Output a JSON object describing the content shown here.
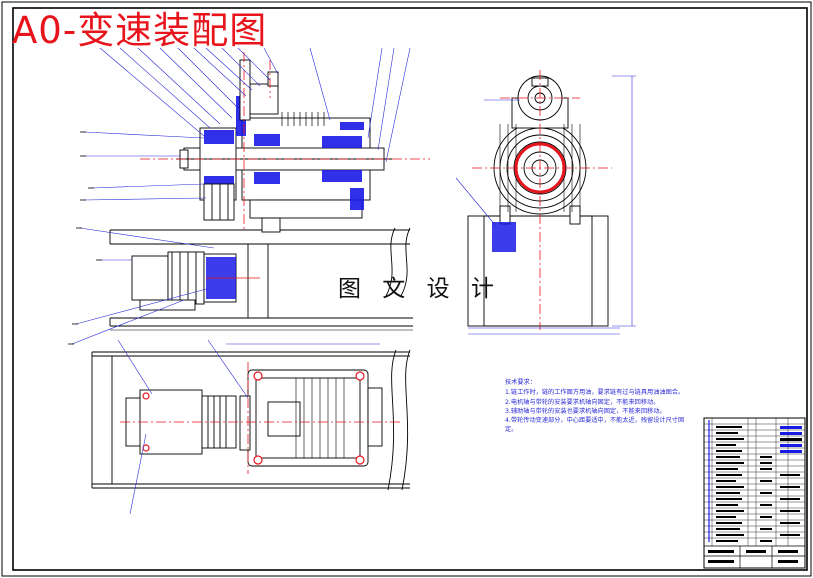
{
  "title": "A0-变速装配图",
  "watermark": "图 文 设 计",
  "technical_requirements": {
    "heading": "技术要求：",
    "items": [
      "1.链工作时，链的工作面方用油，要求链有过与链具用油油图合。",
      "2.电机轴与带轮的安装要求机轴向固定，不能来回移动。",
      "3.辅助轴与带轮的安装也要求机轴向固定，不能来回移动。",
      "4.带轮传动变速部分，中心距要适中，不能太近，残留设计尺寸固定。"
    ]
  },
  "colors": {
    "title_red": "#e8141c",
    "line_black": "#000000",
    "center_red": "#e8141c",
    "section_blue": "#1a1ae6",
    "bracket_blue": "#2a2ad8",
    "fill_white": "#ffffff"
  }
}
